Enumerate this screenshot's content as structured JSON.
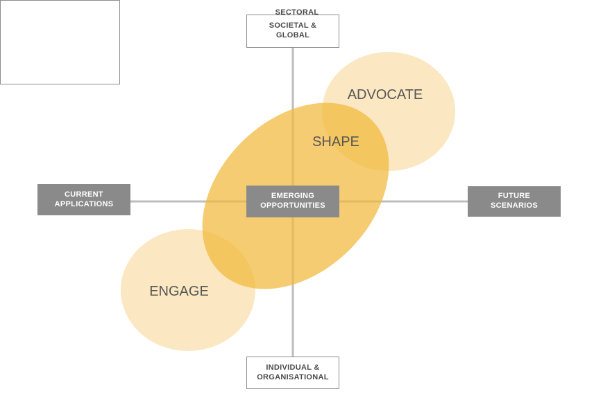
{
  "colors": {
    "axis_line": "#bdbdbd",
    "engage_fill": "#f9e0ad",
    "advocate_fill": "#f9e0ad",
    "shape_fill": "#f1b83a",
    "grey_box": "#8a8a8a",
    "label_text": "#555555"
  },
  "axes": {
    "top": "SOCIETAL &\nGLOBAL",
    "bottom": "INDIVIDUAL &\nORGANISATIONAL",
    "left": "CURRENT\nAPPLICATIONS",
    "right": "FUTURE\nSCENARIOS"
  },
  "center": {
    "label": "SECTORAL",
    "inner": "EMERGING\nOPPORTUNITIES"
  },
  "zones": {
    "advocate": "ADVOCATE",
    "shape": "SHAPE",
    "engage": "ENGAGE"
  }
}
